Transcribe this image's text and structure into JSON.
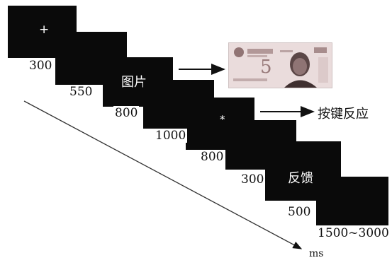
{
  "screens": [
    {
      "id": "fixation",
      "text": "+",
      "duration": "300"
    },
    {
      "id": "blank-1",
      "text": "",
      "duration": "550"
    },
    {
      "id": "picture",
      "text": "图片",
      "duration": "800"
    },
    {
      "id": "blank-2",
      "text": "",
      "duration": "1000"
    },
    {
      "id": "probe",
      "text": "*",
      "duration": "800"
    },
    {
      "id": "blank-3",
      "text": "",
      "duration": "300"
    },
    {
      "id": "feedback",
      "text": "反馈",
      "duration": "500"
    },
    {
      "id": "iti",
      "text": "",
      "duration": "1500~3000"
    }
  ],
  "response_label": "按键反应",
  "time_axis_label": "ms",
  "stimulus_image": "banknote-image",
  "colors": {
    "screen": "#0a0a0a",
    "screen_text": "#ffffff",
    "ink": "#111111"
  }
}
